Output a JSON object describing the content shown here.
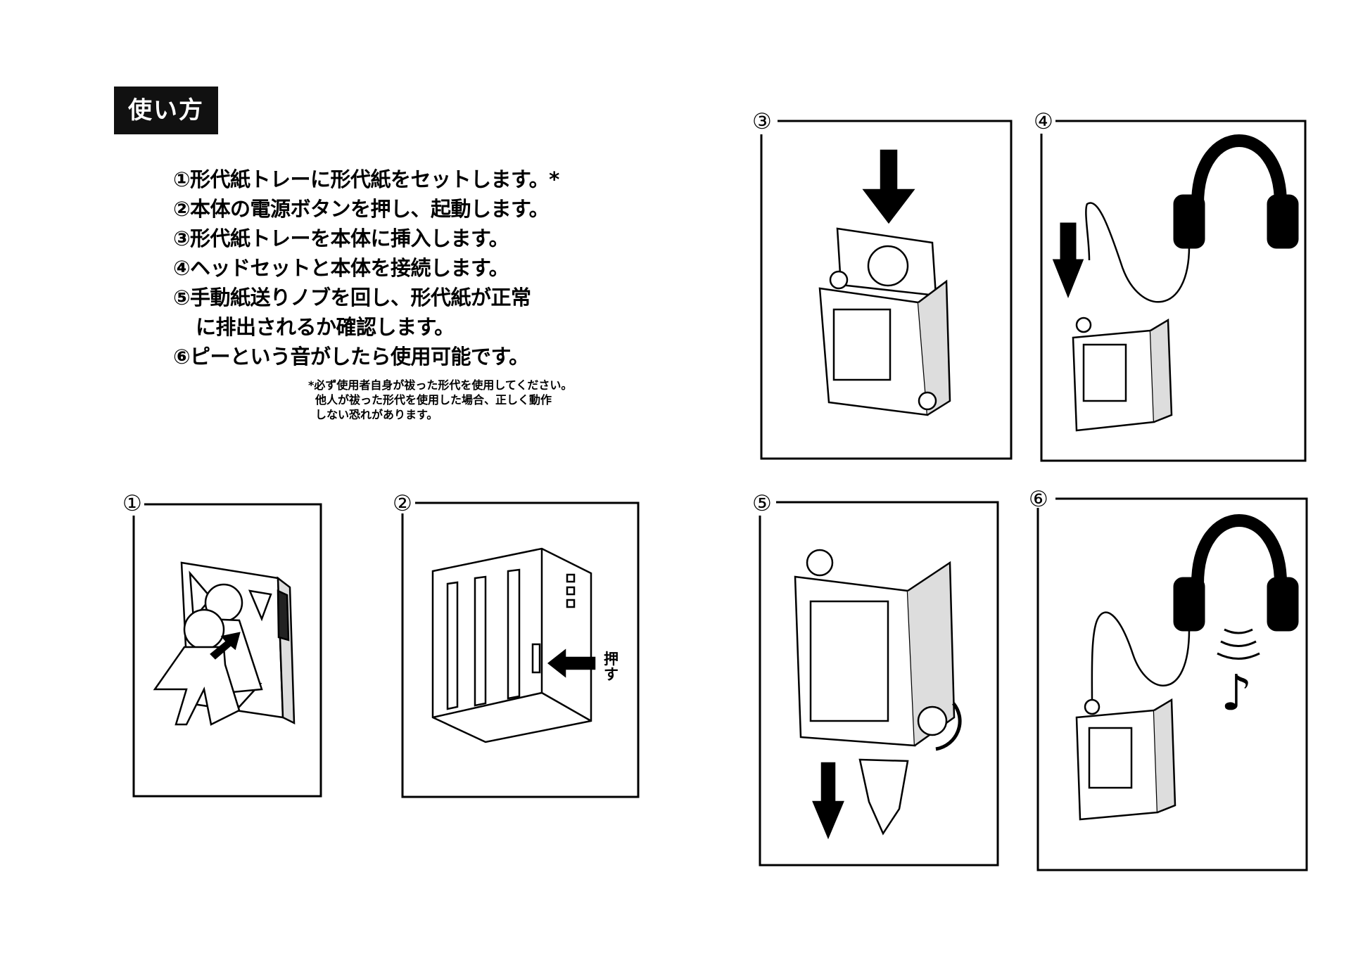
{
  "section_title": "使い方",
  "steps": [
    "①形代紙トレーに形代紙をセットします。*",
    "②本体の電源ボタンを押し、起動します。",
    "③形代紙トレーを本体に挿入します。",
    "④ヘッドセットと本体を接続します。",
    "⑤手動紙送りノブを回し、形代紙が正常",
    "に排出されるか確認します。",
    "⑥ピーという音がしたら使用可能です。"
  ],
  "note": [
    "*必ず使用者自身が祓った形代を使用してください。",
    "他人が祓った形代を使用した場合、正しく動作",
    "しない恐れがあります。"
  ],
  "panels": {
    "p1": "①",
    "p2": "②",
    "p3": "③",
    "p4": "④",
    "p5": "⑤",
    "p6": "⑥"
  },
  "push_label": "押す",
  "music_note": "♪",
  "colors": {
    "ink": "#000000",
    "paper": "#ffffff",
    "title_bg": "#111111"
  }
}
